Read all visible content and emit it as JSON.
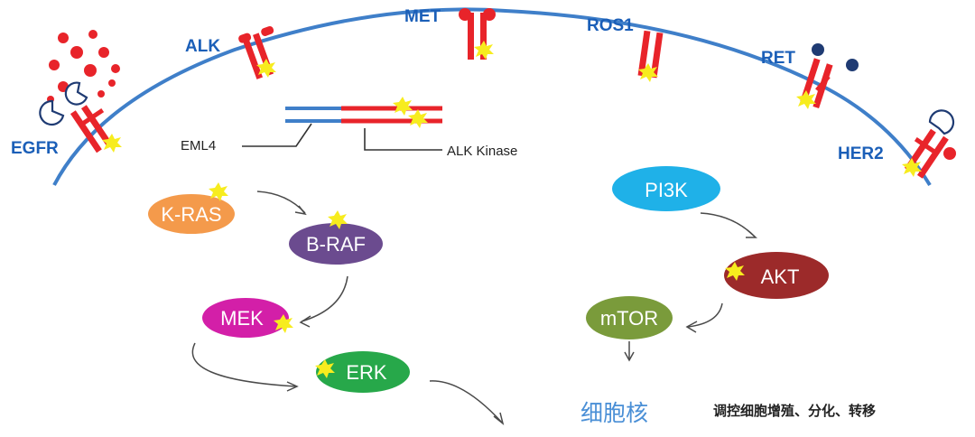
{
  "colors": {
    "membrane": "#3f7fc9",
    "receptor": "#e8242a",
    "mutation": "#f7ec1e",
    "label_blue": "#1b5fb8",
    "arrow": "#4a4a4a",
    "eml4_line": "#3f7fc9",
    "alk_line": "#e8242a",
    "ligand_red": "#e8242a",
    "ligand_navy": "#1f3b73",
    "nucleus_text": "#4a8fd6"
  },
  "receptors": {
    "egfr": "EGFR",
    "alk": "ALK",
    "met": "MET",
    "ros1": "ROS1",
    "ret": "RET",
    "her2": "HER2"
  },
  "fusion": {
    "eml4_label": "EML4",
    "alk_kinase_label": "ALK Kinase"
  },
  "pathway_mapk": {
    "kras": {
      "label": "K-RAS",
      "color": "#f49a4b"
    },
    "braf": {
      "label": "B-RAF",
      "color": "#6b4b8f"
    },
    "mek": {
      "label": "MEK",
      "color": "#d31fa8"
    },
    "erk": {
      "label": "ERK",
      "color": "#27a84a"
    }
  },
  "pathway_pi3k": {
    "pi3k": {
      "label": "PI3K",
      "color": "#1fb1e8"
    },
    "akt": {
      "label": "AKT",
      "color": "#9c2a2a"
    },
    "mtor": {
      "label": "mTOR",
      "color": "#7a9b3b"
    }
  },
  "nucleus": {
    "label": "细胞核",
    "function_label": "调控细胞增殖、分化、转移"
  }
}
